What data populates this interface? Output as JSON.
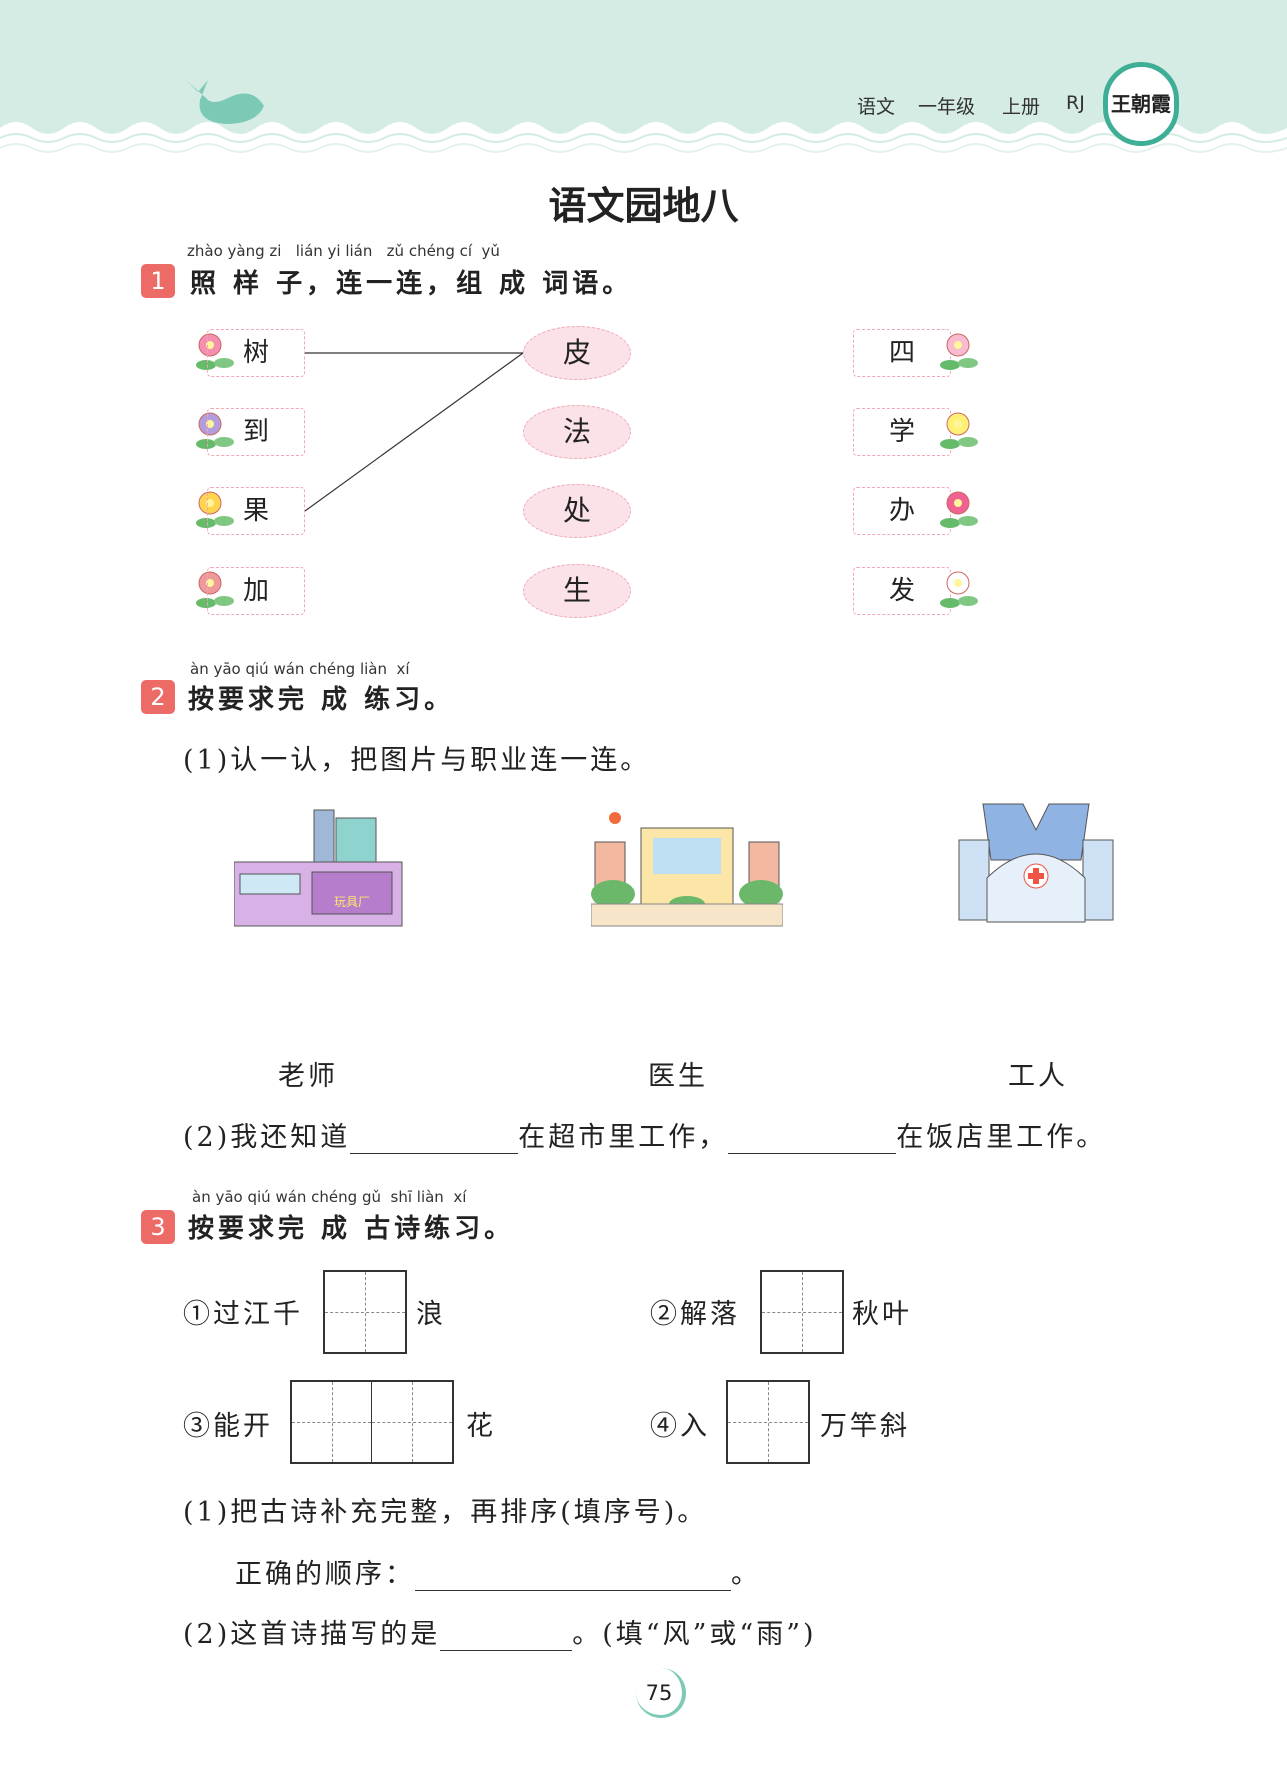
{
  "header": {
    "subject": "语文",
    "grade": "一年级",
    "volume": "上册",
    "edition": "RJ",
    "brand_logo": "王朝霞"
  },
  "title": "语文园地八",
  "section1": {
    "number": "1",
    "pinyin": "zhào yàng zi   lián yi lián   zǔ chéng cí  yǔ",
    "heading": "照 样 子，连一连，组 成 词语。",
    "left": [
      "树",
      "到",
      "果",
      "加"
    ],
    "middle": [
      "皮",
      "法",
      "处",
      "生"
    ],
    "right": [
      "四",
      "学",
      "办",
      "发"
    ]
  },
  "section2": {
    "number": "2",
    "pinyin": "àn yāo qiú wán chéng liàn  xí",
    "heading": "按要求完 成 练习。",
    "q1": "(1)认一认，把图片与职业连一连。",
    "factory_sign": "玩具厂",
    "jobs": [
      "老师",
      "医生",
      "工人"
    ],
    "q2_a": "(2)我还知道",
    "q2_b": "在超市里工作，",
    "q2_c": "在饭店里工作。"
  },
  "section3": {
    "number": "3",
    "pinyin": "àn yāo qiú wán chéng gǔ  shī liàn  xí",
    "heading": "按要求完 成 古诗练习。",
    "lines": [
      {
        "pre": "①过江千",
        "post": "浪"
      },
      {
        "pre": "②解落",
        "post": "秋叶"
      },
      {
        "pre": "③能开",
        "post": "花"
      },
      {
        "pre": "④入",
        "post": "万竿斜"
      }
    ],
    "q1": "(1)把古诗补充完整，再排序(填序号)。",
    "order_label": "正确的顺序：",
    "period": "。",
    "q2_a": "(2)这首诗描写的是",
    "q2_b": "。(填“风”或“雨”)"
  },
  "page_number": "75"
}
